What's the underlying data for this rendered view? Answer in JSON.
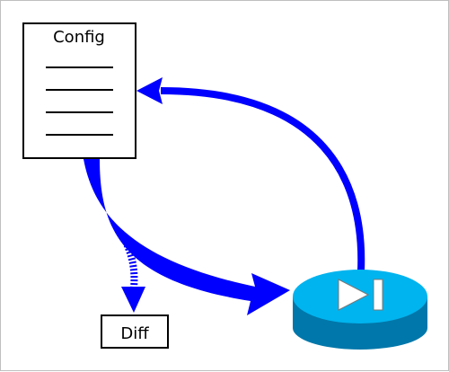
{
  "diagram": {
    "config_doc": {
      "label": "Config",
      "line_count": 4
    },
    "diff_box": {
      "label": "Diff"
    },
    "device": {
      "icon": "router-play-icon"
    },
    "colors": {
      "arrow": "#0000ff",
      "device_top": "#00b4ef",
      "device_side": "#0077aa",
      "device_glyph": "#ffffff",
      "outline": "#000000"
    }
  }
}
